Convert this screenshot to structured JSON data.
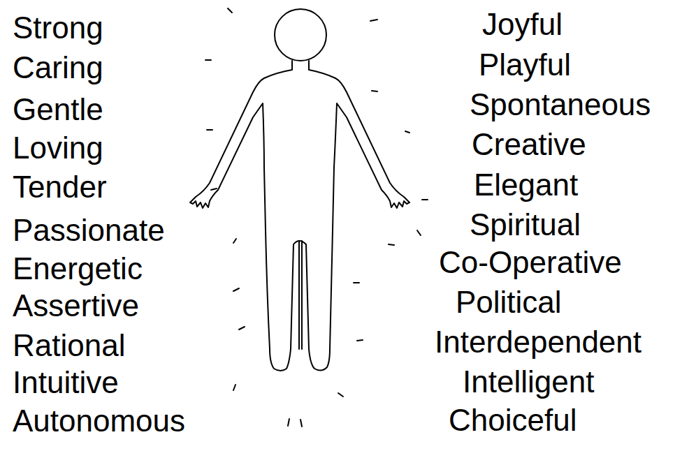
{
  "diagram": {
    "labels": [
      "Strong",
      "Caring",
      "Gentle",
      "Loving",
      "Tender",
      "Passionate",
      "Energetic",
      "Assertive",
      "Rational",
      "Intuitive",
      "Autonomous",
      "Joyful",
      "Playful",
      "Spontaneous",
      "Creative",
      "Elegant",
      "Spiritual",
      "Co-Operative",
      "Political",
      "Interdependent",
      "Intelligent",
      "Choiceful"
    ]
  }
}
